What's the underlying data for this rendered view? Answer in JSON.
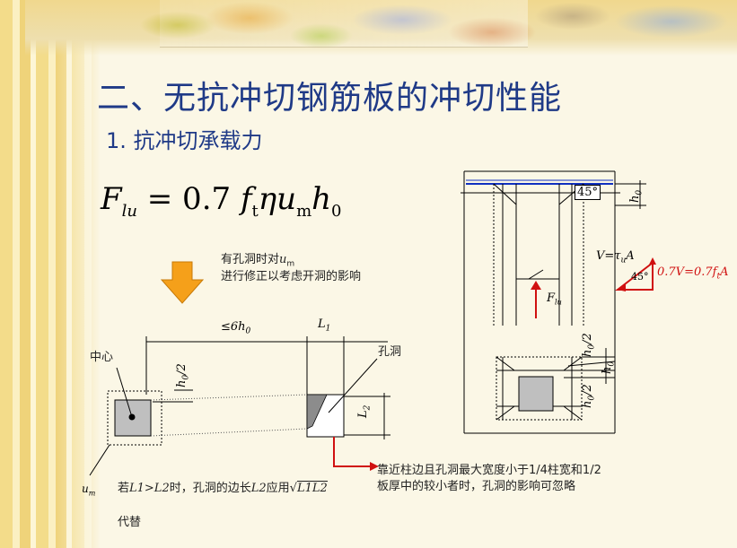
{
  "slide": {
    "title": "二、无抗冲切钢筋板的冲切性能",
    "subtitle": "1. 抗冲切承载力",
    "formula": {
      "lhs": "F",
      "lhs_sub": "lu",
      "eq": "= 0.7",
      "f": "f",
      "f_sub": "t",
      "eta": "η",
      "u": "u",
      "u_sub": "m",
      "h": "h",
      "h_sub": "0"
    },
    "note_hole": {
      "line1_prefix": "有孔洞时对",
      "line1_var": "u",
      "line1_sub": "m",
      "line2": "进行修正以考虑开洞的影响"
    },
    "plan": {
      "label_center": "中心",
      "label_hole": "孔洞",
      "dim_le6h0": "≤6h",
      "dim_le6h0_sub": "0",
      "dim_L1": "L",
      "dim_L1_sub": "1",
      "dim_L2": "L",
      "dim_L2_sub": "2",
      "dim_h0_2": "h",
      "dim_h0_2_sub": "0",
      "dim_h0_2_tail": "/2",
      "label_um": "u",
      "label_um_sub": "m"
    },
    "condition": {
      "prefix": "若",
      "expr": "L1>L2",
      "middle": "时，孔洞的边长",
      "L2": "L2",
      "suffix": "应用",
      "sqrt": "L1L2",
      "line2": "代替"
    },
    "side_note": {
      "line1": "靠近柱边且孔洞最大宽度小于1/4柱宽和1/2",
      "line2": "板厚中的较小者时，孔洞的影响可忽略"
    },
    "section": {
      "angle_top": "45°",
      "h0": "h",
      "h0_sub": "0",
      "V_eq": "V=τ",
      "V_sub": "u",
      "V_tail": "A",
      "V2_eq": "0.7V=0.7f",
      "V2_sub": "t",
      "V2_tail": "A",
      "angle_tri": "45°",
      "F": "F",
      "F_sub": "lu",
      "h0_2a": "h",
      "h0_2a_sub": "0",
      "h0_2a_tail": "/2",
      "h0_b": "h",
      "h0_b_sub": "0",
      "h0_2b": "h",
      "h0_2b_sub": "0",
      "h0_2b_tail": "/2"
    },
    "colors": {
      "title": "#1f3a87",
      "accent_red": "#d01010",
      "arrow_orange": "#f5a01a",
      "rebar_blue": "#1030c0"
    }
  }
}
